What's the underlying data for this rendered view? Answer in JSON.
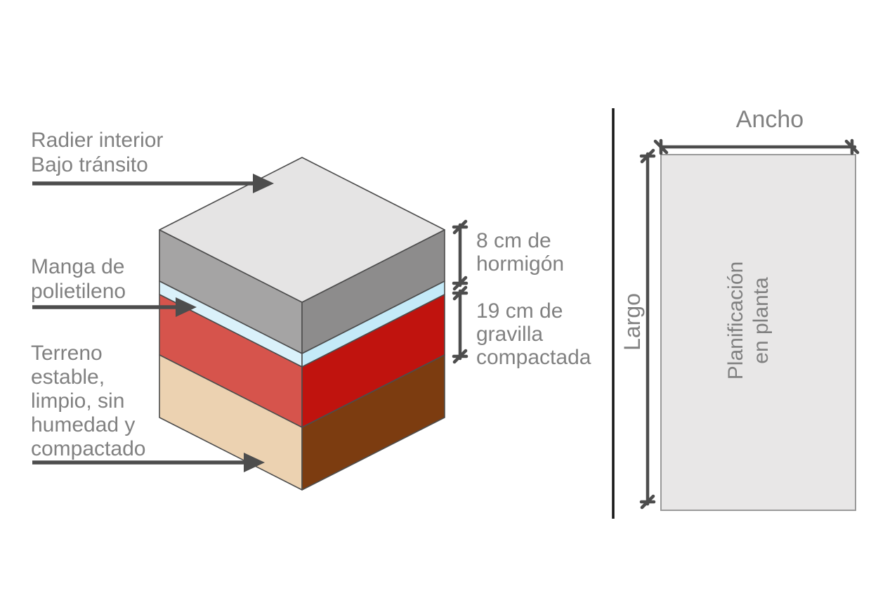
{
  "left_panel": {
    "radier_label": "Radier interior\nBajo tránsito",
    "manga_label": "Manga de\npolietileno",
    "terreno_label": "Terreno\nestable,\nlimpio, sin\nhumedad y\ncompactado",
    "hormigon_dim_label": "8 cm de\nhormigón",
    "gravilla_dim_label": "19 cm de\ngravilla\ncompactada"
  },
  "right_panel": {
    "ancho_label": "Ancho",
    "largo_label": "Largo",
    "plan_caption": "Planificación\nen planta"
  },
  "colors": {
    "text": "#818181",
    "line": "#4d4d4d",
    "divider": "#161616",
    "top_face": "#e5e4e4",
    "hormigon_left": "#a5a4a4",
    "hormigon_right": "#8d8c8c",
    "polietileno_left": "#daf1fa",
    "polietileno_right": "#c4eaf8",
    "gravilla_left": "#d6544c",
    "gravilla_right": "#c0130e",
    "terreno_left": "#ecd2b1",
    "terreno_right": "#7c3c10",
    "plan_fill": "#e8e7e7",
    "plan_border": "#9a9a9a"
  }
}
